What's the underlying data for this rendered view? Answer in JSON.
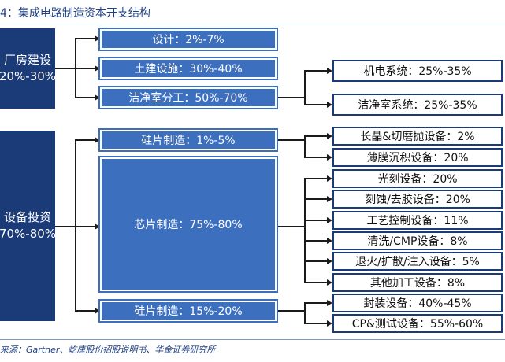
{
  "title": "4：集成电路制造资本开支结构",
  "roots": [
    {
      "line1": "厂房建设",
      "line2": "20%-30%"
    },
    {
      "line1": "设备投资",
      "line2": "70%-80%"
    }
  ],
  "mid": [
    "设计：2%-7%",
    "土建设施：30%-40%",
    "洁净室分工：50%-70%",
    "硅片制造：1%-5%",
    "芯片制造：75%-80%",
    "硅片制造：15%-20%"
  ],
  "leaves": [
    "机电系统：25%-35%",
    "洁净室系统：25%-35%",
    "长晶&切磨抛设备：2%",
    "薄膜沉积设备：20%",
    "光刻设备：20%",
    "刻蚀/去胶设备：20%",
    "工艺控制设备：11%",
    "清洗/CMP设备：8%",
    "退火/扩散/注入设备：5%",
    "其他加工设备：8%",
    "封装设备：40%-45%",
    "CP&测试设备：55%-60%"
  ],
  "source": "来源：Gartner、屹唐股份招股说明书、华金证券研究所",
  "colors": {
    "dark_blue": "#1b3a78",
    "mid_blue": "#3d6fbf",
    "title_blue": "#1f3f82"
  }
}
